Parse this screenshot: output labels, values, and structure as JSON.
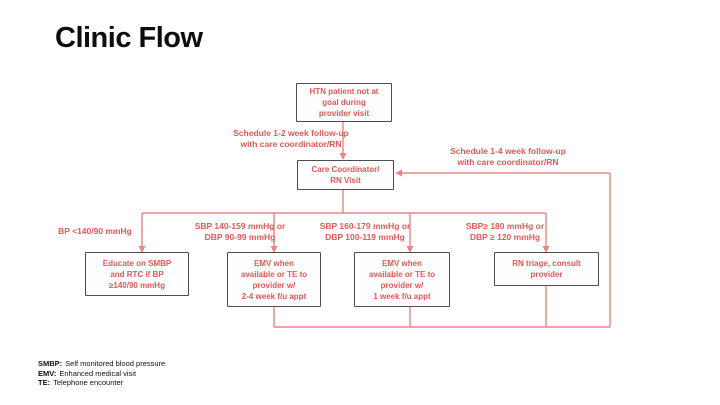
{
  "slide": {
    "title": "Clinic Flow"
  },
  "colors": {
    "connector_red": "#ee8383",
    "node_text_red": "#dd5a55",
    "node_border_gray": "#4d4d4d",
    "background": "#ffffff"
  },
  "flow": {
    "nodes": {
      "htn": {
        "lines": [
          "HTN patient not at",
          "goal during",
          "provider visit"
        ]
      },
      "care": {
        "lines": [
          "Care Coordinator/",
          "RN Visit"
        ]
      },
      "educate": {
        "lines": [
          "Educate on SMBP",
          "and RTC if BP",
          "≥140/90 mmHg"
        ]
      },
      "emv24": {
        "lines": [
          "EMV when",
          "available or TE to",
          "provider w/",
          "2-4 week f/u appt"
        ]
      },
      "emv1": {
        "lines": [
          "EMV when",
          "available or TE to",
          "provider w/",
          "1 week f/u appt"
        ]
      },
      "triage": {
        "lines": [
          "RN triage, consult",
          "provider"
        ]
      }
    },
    "labels": {
      "followup12": {
        "lines": [
          "Schedule 1-2 week follow-up",
          "with care coordinator/RN"
        ]
      },
      "followup14": {
        "lines": [
          "Schedule 1-4 week follow-up",
          "with care coordinator/RN"
        ]
      },
      "bp_normal": {
        "lines": [
          "BP <140/90 mmHg"
        ]
      },
      "bp_stage1": {
        "lines": [
          "SBP 140-159 mmHg or",
          "DBP 90-99 mmHg"
        ]
      },
      "bp_stage2": {
        "lines": [
          "SBP 160-179 mmHg or",
          "DBP 100-119 mmHg"
        ]
      },
      "bp_crisis": {
        "lines": [
          "SBP≥ 180 mmHg or",
          "DBP ≥ 120 mmHg"
        ]
      }
    }
  },
  "legend": {
    "items": [
      {
        "abbr": "SMBP:",
        "text": "Self monitored blood pressure"
      },
      {
        "abbr": "EMV:",
        "text": "Enhanced medical visit"
      },
      {
        "abbr": "TE:",
        "text": "Telephone encounter"
      }
    ]
  }
}
